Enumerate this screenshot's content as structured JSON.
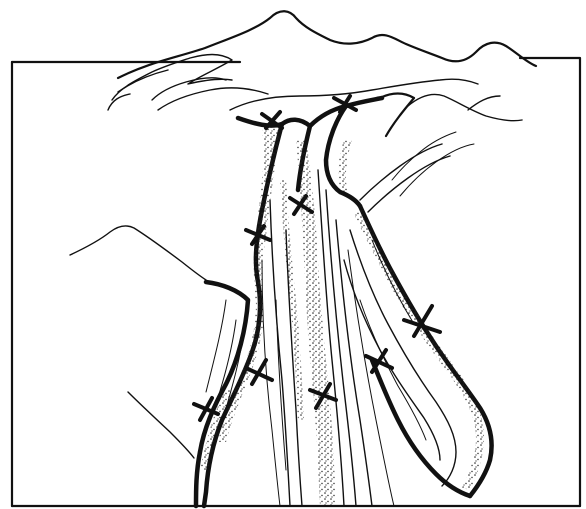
{
  "colors": {
    "ink": "#111111",
    "paper": "#ffffff",
    "stipple": "#222222"
  },
  "illustration": {
    "type": "line-drawing",
    "depicts": [
      "mountain-peaks",
      "cloud-band",
      "valley-glaciers",
      "moraines",
      "crevasse-marks"
    ],
    "text": []
  }
}
